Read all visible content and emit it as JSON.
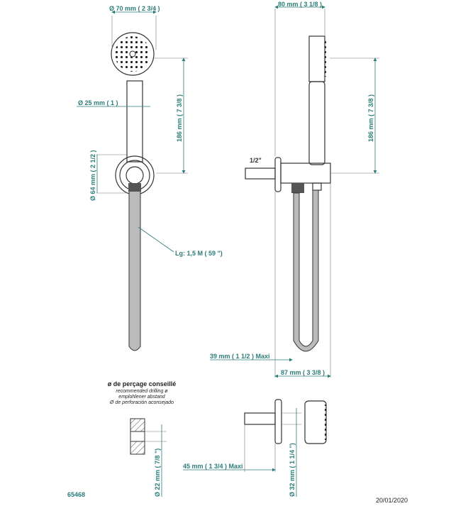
{
  "dimensions": {
    "head_diameter": "Ø 70 mm ( 2 3/4 )",
    "handle_diameter": "Ø 25 mm ( 1 )",
    "height_left": "186 mm ( 7 3/8 )",
    "bracket_diameter": "Ø 64 mm ( 2 1/2 )",
    "hose_length": "Lg: 1,5 M ( 59 \")",
    "depth": "80 mm ( 3 1/8 )",
    "height_right": "186 mm ( 7 3/8 )",
    "thread": "1/2\"",
    "hose_offset": "39 mm ( 1 1/2 )  Maxi",
    "projection": "87 mm ( 3 3/8 )",
    "pipe_length": "45 mm ( 1 3/4 )  Maxi",
    "flange_height": "Ø 32 mm ( 1 1/4 \")",
    "drill_diameter": "Ø 22 mm ( 7/8 \")"
  },
  "drilling_note": {
    "fr": "ø de perçage conseillé",
    "en": "recommended drilling ø",
    "de": "emplohlener abstand",
    "es": "Ø de perforación aconsejado"
  },
  "reference": "65468",
  "date": "20/01/2020",
  "colors": {
    "dimension": "#2b7d7a",
    "line": "#333333"
  }
}
